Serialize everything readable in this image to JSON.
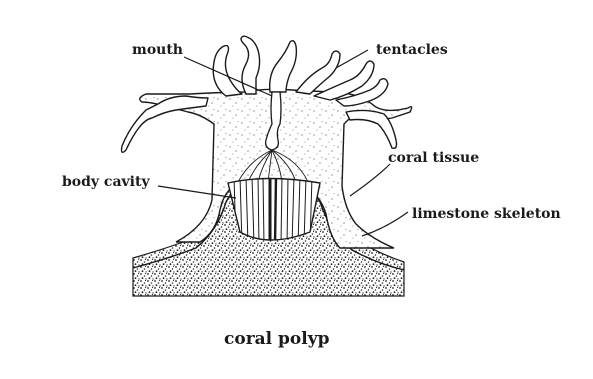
{
  "diagram": {
    "labels": {
      "mouth": "mouth",
      "tentacles": "tentacles",
      "coral_tissue": "coral tissue",
      "body_cavity": "body cavity",
      "limestone_skeleton": "limestone skeleton"
    },
    "caption": "coral polyp",
    "colors": {
      "ink": "#1a1a1a",
      "background": "#ffffff"
    }
  }
}
